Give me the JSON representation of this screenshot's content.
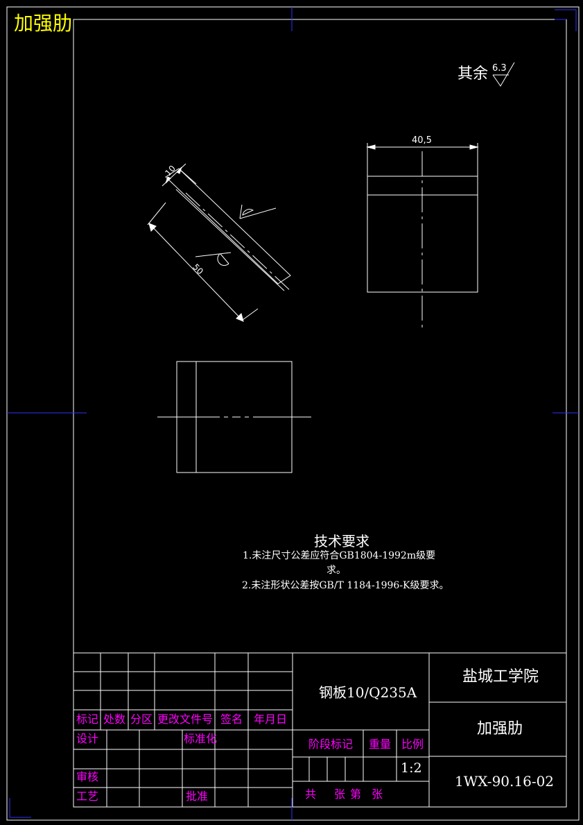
{
  "header": {
    "drawing_title": "加强肋"
  },
  "roughness": {
    "label": "其余",
    "value": "6.3"
  },
  "dimensions": {
    "width_front": "40,5",
    "thickness": "10",
    "length": "50"
  },
  "technical_requirements": {
    "heading": "技术要求",
    "line1": "1.未注尺寸公差应符合GB1804-1992m级要",
    "line1_cont": "求。",
    "line2": "2.未注形状公差按GB/T 1184-1996-K级要求。"
  },
  "title_block": {
    "material": "钢板10/Q235A",
    "school": "盐城工学院",
    "part_name": "加强肋",
    "drawing_number": "1WX-90.16-02",
    "scale": "1:2",
    "labels": {
      "mark": "标记",
      "count": "处数",
      "zone": "分区",
      "change_doc": "更改文件号",
      "sign": "签名",
      "date": "年月日",
      "design": "设计",
      "standardize": "标准化",
      "review": "审核",
      "process": "工艺",
      "approve": "批准",
      "stage_mark": "阶段标记",
      "weight": "重量",
      "ratio": "比例",
      "total": "共",
      "sheet": "张",
      "number": "第",
      "sheet2": "张"
    }
  },
  "colors": {
    "background": "#000000",
    "lines": "#ffffff",
    "border": "#0000ff",
    "labels": "#ff00ff",
    "title": "#ffff00"
  }
}
